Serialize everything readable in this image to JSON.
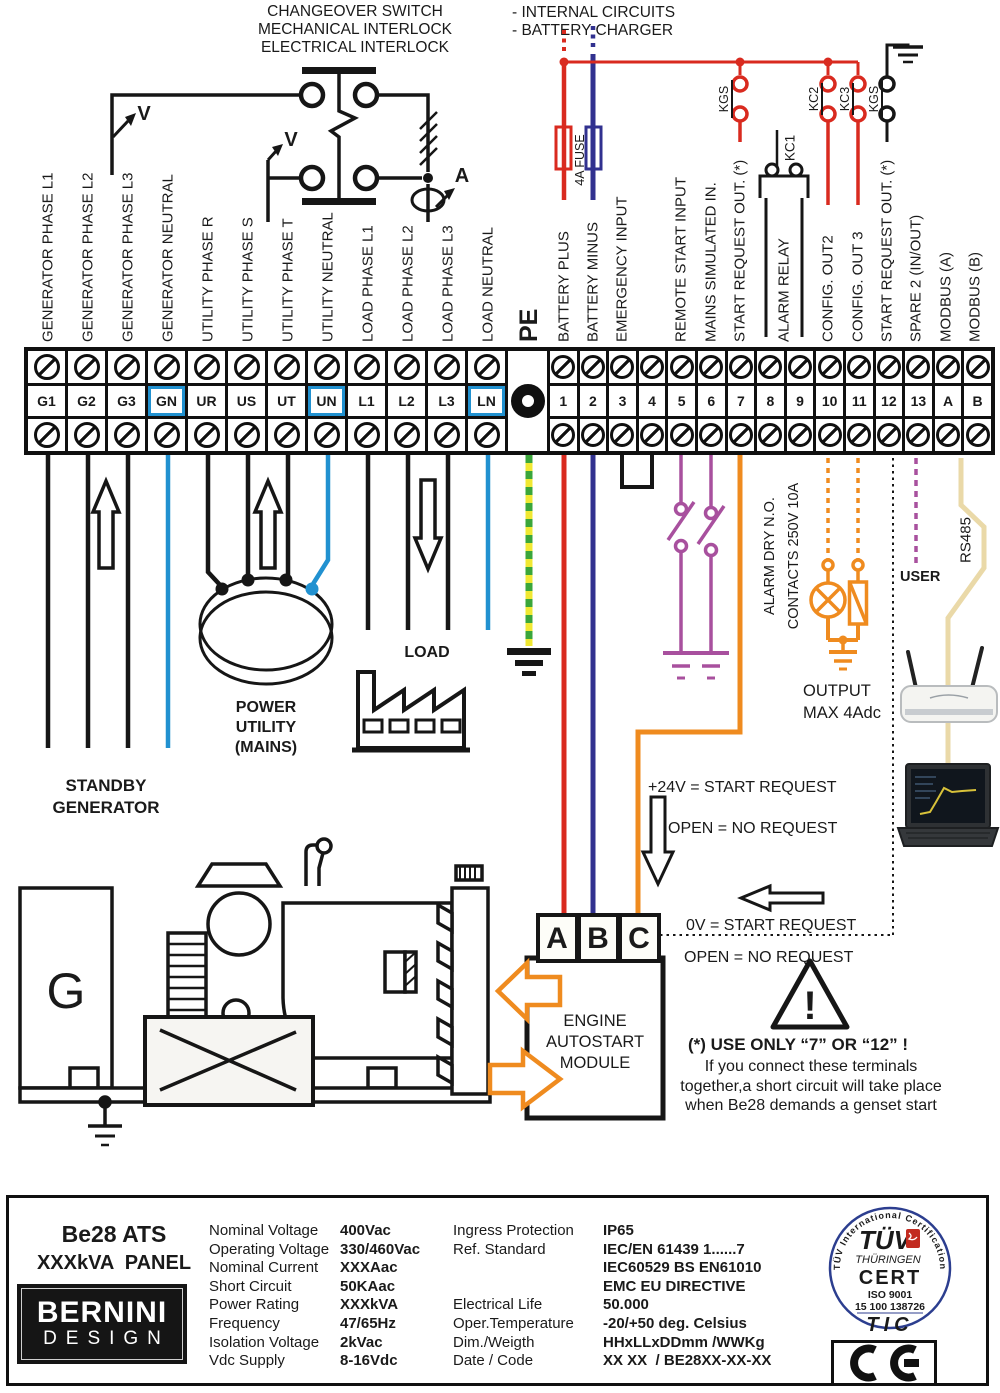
{
  "colors": {
    "wire_red": "#d92a1f",
    "wire_navy": "#31318f",
    "wire_blue": "#2191d0",
    "wire_orange": "#ef8b1f",
    "wire_purple": "#a8509e",
    "wire_green": "#3aa63a",
    "wire_yellow": "#f0e832",
    "wire_beige": "#ead9a8",
    "ink": "#1a1a1a",
    "tuv_navy": "#2c3e8f"
  },
  "header": {
    "changeover_line1": "CHANGEOVER SWITCH",
    "changeover_line2": "MECHANICAL  INTERLOCK",
    "changeover_line3": "ELECTRICAL INTERLOCK",
    "internal_circuits": "- INTERNAL CIRCUITS",
    "battery_charger": "- BATTERY CHARGER",
    "fuse": "4A FUSE",
    "v": "V",
    "a": "A",
    "kgs": "KGS",
    "kc1": "KC1",
    "kc2": "KC2",
    "kc3": "KC3"
  },
  "terminals": {
    "left": [
      {
        "id": "G1",
        "label": "GENERATOR PHASE L1"
      },
      {
        "id": "G2",
        "label": "GENERATOR PHASE L2"
      },
      {
        "id": "G3",
        "label": "GENERATOR PHASE L3"
      },
      {
        "id": "GN",
        "label": "GENERATOR NEUTRAL"
      },
      {
        "id": "UR",
        "label": "UTILITY PHASE R"
      },
      {
        "id": "US",
        "label": "UTILITY PHASE S"
      },
      {
        "id": "UT",
        "label": "UTILITY PHASE T"
      },
      {
        "id": "UN",
        "label": "UTILITY NEUTRAL"
      },
      {
        "id": "L1",
        "label": "LOAD PHASE L1"
      },
      {
        "id": "L2",
        "label": "LOAD PHASE L2"
      },
      {
        "id": "L3",
        "label": "LOAD PHASE L3"
      },
      {
        "id": "LN",
        "label": "LOAD NEUTRAL"
      }
    ],
    "pe": "PE",
    "right": [
      {
        "id": "1",
        "label": "BATTERY PLUS"
      },
      {
        "id": "2",
        "label": "BATTERY MINUS"
      },
      {
        "id": "3",
        "label": "EMERGENCY INPUT"
      },
      {
        "id": "4",
        "label": ""
      },
      {
        "id": "5",
        "label": "REMOTE START INPUT"
      },
      {
        "id": "6",
        "label": "MAINS SIMULATED IN."
      },
      {
        "id": "7",
        "label": "START REQUEST OUT. (*)"
      },
      {
        "id": "8",
        "label": ""
      },
      {
        "id": "9",
        "label": ""
      },
      {
        "id": "10",
        "label": "CONFIG. OUT2"
      },
      {
        "id": "11",
        "label": "CONFIG. OUT 3"
      },
      {
        "id": "12",
        "label": "START REQUEST OUT. (*)"
      },
      {
        "id": "13",
        "label": "SPARE 2 (IN/OUT)"
      },
      {
        "id": "A",
        "label": "MODBUS (A)"
      },
      {
        "id": "B",
        "label": "MODBUS (B)"
      }
    ],
    "alarm_relay": "ALARM RELAY"
  },
  "middle": {
    "standby_line1": "STANDBY",
    "standby_line2": "GENERATOR",
    "utility_line1": "POWER",
    "utility_line2": "UTILITY",
    "utility_line3": "(MAINS)",
    "load": "LOAD",
    "alarm_line1": "ALARM DRY N.O.",
    "alarm_line2": "CONTACTS 250V 10A",
    "output_line1": "OUTPUT",
    "output_line2": "MAX 4Adc",
    "user": "USER",
    "rs485": "RS485",
    "generator_letter": "G"
  },
  "requests": {
    "plus24": "+24V  = START REQUEST",
    "open1": "OPEN  = NO REQUEST",
    "zero": "0V  = START REQUEST",
    "open2": "OPEN  = NO REQUEST"
  },
  "module": {
    "line1": "ENGINE",
    "line2": "AUTOSTART",
    "line3": "MODULE",
    "t1": "A",
    "t2": "B",
    "t3": "C"
  },
  "warning": {
    "mark": "!",
    "title": "(*)  USE ONLY “7” OR “12” !",
    "line1": "If you connect these terminals",
    "line2": "together,a short circuit will  take place",
    "line3": "when Be28 demands a genset start"
  },
  "bottom_panel": {
    "title_line1": "Be28 ATS",
    "title_line2": "XXXkVA  PANEL",
    "brand_line1": "BERNINI",
    "brand_line2": "DESIGN",
    "specs_left": [
      {
        "label": "Nominal Voltage",
        "value": "400Vac"
      },
      {
        "label": "Operating Voltage",
        "value": "330/460Vac"
      },
      {
        "label": "Nominal Current",
        "value": "XXXAac"
      },
      {
        "label": "Short Circuit",
        "value": "50KAac"
      },
      {
        "label": "Power Rating",
        "value": "XXXkVA"
      },
      {
        "label": "Frequency",
        "value": "47/65Hz"
      },
      {
        "label": "Isolation Voltage",
        "value": "2kVac"
      },
      {
        "label": "Vdc Supply",
        "value": "8-16Vdc"
      }
    ],
    "specs_mid": [
      {
        "label": "Ingress Protection",
        "value": "IP65"
      },
      {
        "label": "Ref. Standard",
        "value": "IEC/EN 61439 1......7"
      },
      {
        "label": "",
        "value": "IEC60529 BS EN61010"
      },
      {
        "label": "",
        "value": "EMC EU DIRECTIVE"
      },
      {
        "label": "Electrical Life",
        "value": "50.000"
      },
      {
        "label": "Oper.Temperature",
        "value": "-20/+50 deg. Celsius"
      },
      {
        "label": "Dim./Weigth",
        "value": "HHxLLxDDmm /WWKg"
      },
      {
        "label": "Date / Code",
        "value": "XX XX  / BE28XX-XX-XX"
      }
    ],
    "tuv": {
      "arc": "TÜV International Certification",
      "name": "TÜV",
      "region": "THÜRINGEN",
      "cert": "CERT",
      "iso": "ISO 9001",
      "number": "15 100 138726",
      "tic": "TIC"
    }
  }
}
